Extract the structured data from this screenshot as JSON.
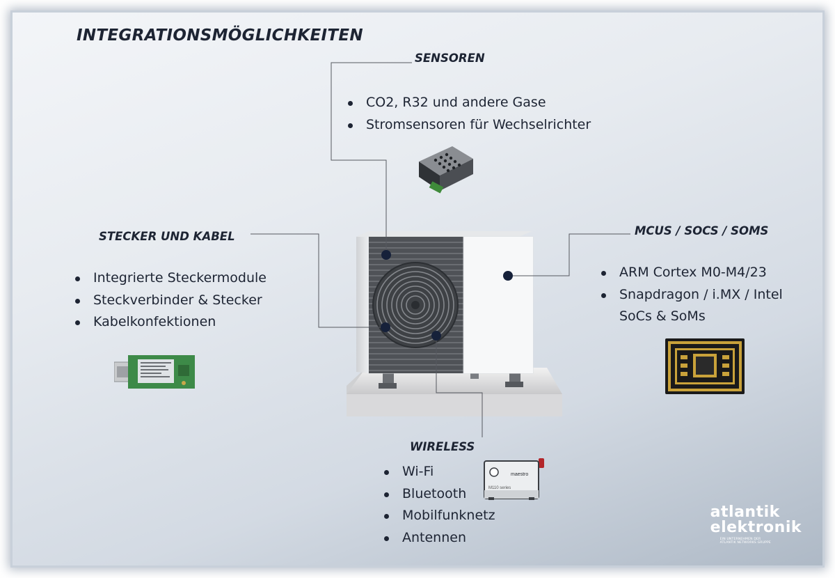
{
  "title": "INTEGRATIONSMÖGLICHKEITEN",
  "sections": {
    "sensoren": {
      "title": "SENSOREN",
      "items": [
        "CO2, R32 und andere Gase",
        "Stromsensoren für Wechselrichter"
      ]
    },
    "stecker": {
      "title": "STECKER UND KABEL",
      "items": [
        "Integrierte Steckermodule",
        "Steckverbinder & Stecker",
        "Kabelkonfektionen"
      ]
    },
    "mcus": {
      "title": "MCUS / SOCS / SOMS",
      "items": [
        "ARM Cortex M0-M4/23",
        "Snapdragon / i.MX / Intel",
        "SoCs & SoMs"
      ]
    },
    "wireless": {
      "title": "WIRELESS",
      "items": [
        "Wi-Fi",
        "Bluetooth",
        "Mobilfunknetz",
        "Antennen"
      ]
    }
  },
  "modem_label": {
    "brand": "maestro",
    "series": "M110 series"
  },
  "logo": {
    "line1": "atlantik",
    "line2": "elektronik",
    "tagline1": "EIN UNTERNEHMEN DER",
    "tagline2": "ATLANTIK NETWORKS GRUPPE"
  },
  "colors": {
    "text": "#1d2433",
    "connector_dot": "#16213a",
    "fan_panel": "#4f5257",
    "unit_body": "#f4f5f6"
  },
  "icons": [
    "sensor-module-image",
    "connector-module-image",
    "som-board-image",
    "cellular-modem-image",
    "heat-pump-image"
  ]
}
